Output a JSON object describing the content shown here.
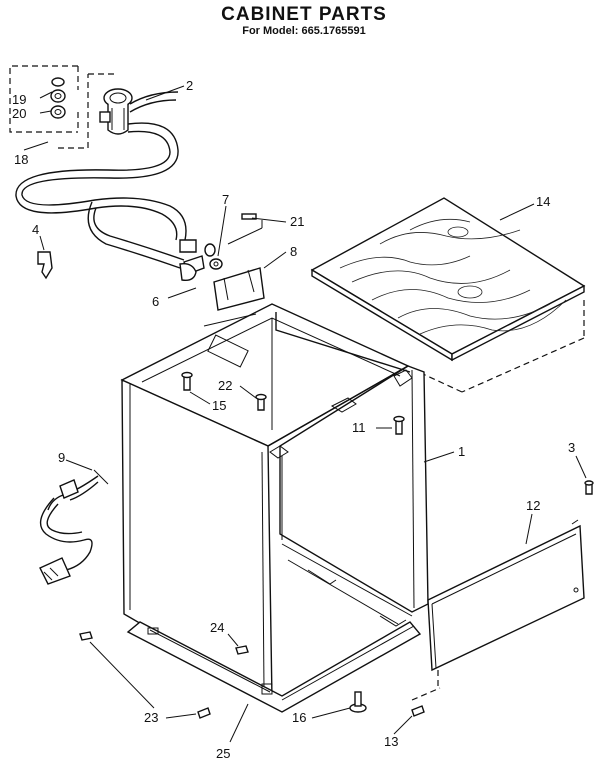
{
  "header": {
    "title": "CABINET PARTS",
    "subtitle": "For Model: 665.1765591"
  },
  "callouts": [
    {
      "id": "c1",
      "label": "1"
    },
    {
      "id": "c2",
      "label": "2"
    },
    {
      "id": "c3",
      "label": "3"
    },
    {
      "id": "c4",
      "label": "4"
    },
    {
      "id": "c6",
      "label": "6"
    },
    {
      "id": "c7",
      "label": "7"
    },
    {
      "id": "c8",
      "label": "8"
    },
    {
      "id": "c9",
      "label": "9"
    },
    {
      "id": "c11",
      "label": "11"
    },
    {
      "id": "c12",
      "label": "12"
    },
    {
      "id": "c13",
      "label": "13"
    },
    {
      "id": "c14",
      "label": "14"
    },
    {
      "id": "c15",
      "label": "15"
    },
    {
      "id": "c16",
      "label": "16"
    },
    {
      "id": "c18",
      "label": "18"
    },
    {
      "id": "c19",
      "label": "19"
    },
    {
      "id": "c20",
      "label": "20"
    },
    {
      "id": "c21",
      "label": "21"
    },
    {
      "id": "c22",
      "label": "22"
    },
    {
      "id": "c23",
      "label": "23"
    },
    {
      "id": "c24",
      "label": "24"
    },
    {
      "id": "c25",
      "label": "25"
    }
  ]
}
